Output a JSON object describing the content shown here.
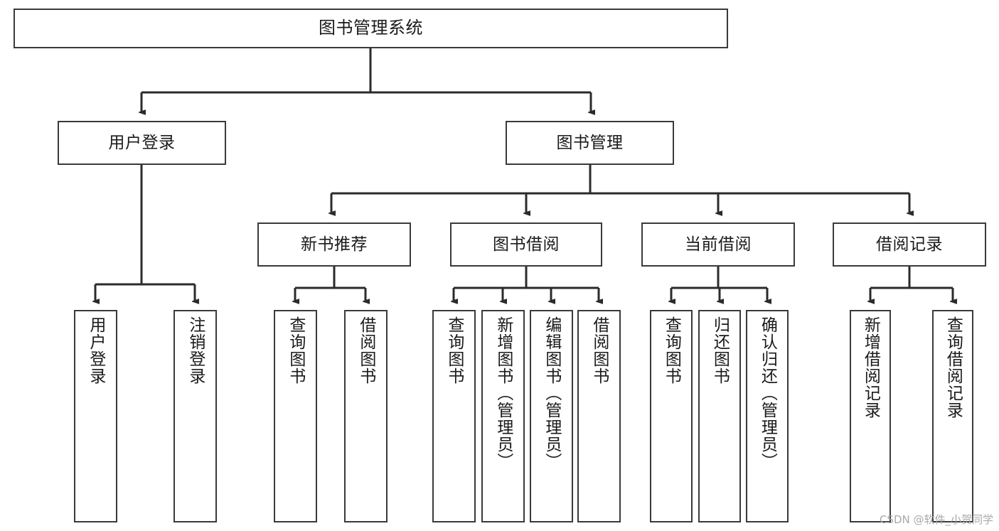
{
  "diagram": {
    "title": "图书管理系统",
    "type": "hierarchy-tree",
    "watermark": "CSDN @软件_小贺同学",
    "colors": {
      "box_border": "#3a3a3a",
      "box_fill": "#ffffff",
      "connector": "#2b2b2b",
      "text": "#1a1a1a",
      "watermark": "#a8a8a8"
    }
  },
  "nodes": {
    "root": {
      "label": "图书管理系统",
      "level": 1
    },
    "level2": [
      {
        "id": "user-login",
        "label": "用户登录"
      },
      {
        "id": "book-manage",
        "label": "图书管理"
      }
    ],
    "level3": [
      {
        "id": "new-book-recommend",
        "label": "新书推荐"
      },
      {
        "id": "book-borrow",
        "label": "图书借阅"
      },
      {
        "id": "current-borrow",
        "label": "当前借阅"
      },
      {
        "id": "borrow-record",
        "label": "借阅记录"
      }
    ],
    "leaves": {
      "user_login": [
        {
          "id": "leaf-user-login",
          "label": "用户登录"
        },
        {
          "id": "leaf-logout-login",
          "label": "注销登录"
        }
      ],
      "new_book_recommend": [
        {
          "id": "leaf-query-book-1",
          "label": "查询图书"
        },
        {
          "id": "leaf-borrow-book-1",
          "label": "借阅图书"
        }
      ],
      "book_borrow": [
        {
          "id": "leaf-query-book-2",
          "label": "查询图书"
        },
        {
          "id": "leaf-add-book",
          "label": "新增图书（管理员）"
        },
        {
          "id": "leaf-edit-book",
          "label": "编辑图书（管理员）"
        },
        {
          "id": "leaf-borrow-book-2",
          "label": "借阅图书"
        }
      ],
      "current_borrow": [
        {
          "id": "leaf-query-book-3",
          "label": "查询图书"
        },
        {
          "id": "leaf-return-book",
          "label": "归还图书"
        },
        {
          "id": "leaf-confirm-return",
          "label": "确认归还（管理员）"
        }
      ],
      "borrow_record": [
        {
          "id": "leaf-add-record",
          "label": "新增借阅记录"
        },
        {
          "id": "leaf-query-record",
          "label": "查询借阅记录"
        }
      ]
    }
  }
}
